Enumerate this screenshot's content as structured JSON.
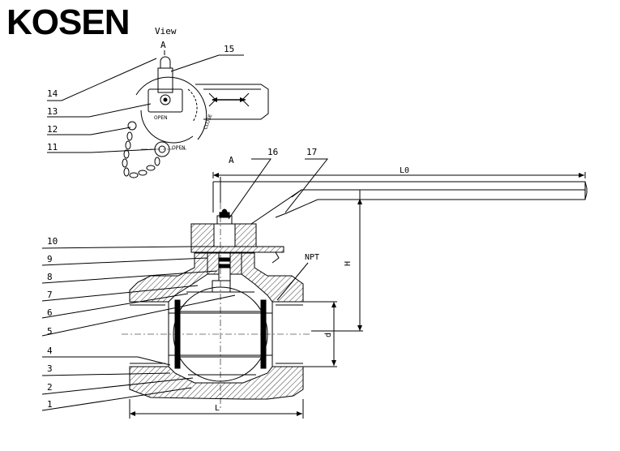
{
  "brand": {
    "logo_text": "KOSEN",
    "view_label": "View"
  },
  "view_marker": "A",
  "section_marker": "A",
  "part_callouts": [
    "1",
    "2",
    "3",
    "4",
    "5",
    "6",
    "7",
    "8",
    "9",
    "10",
    "11",
    "12",
    "13",
    "14",
    "15",
    "16",
    "17"
  ],
  "dimensions": {
    "handle_length": "L0",
    "height": "H",
    "bore": "d",
    "length": "L",
    "thread": "NPT"
  },
  "detail_text": {
    "open": "OPEN",
    "close": "CLOSE",
    "stamp": "OPEN"
  }
}
